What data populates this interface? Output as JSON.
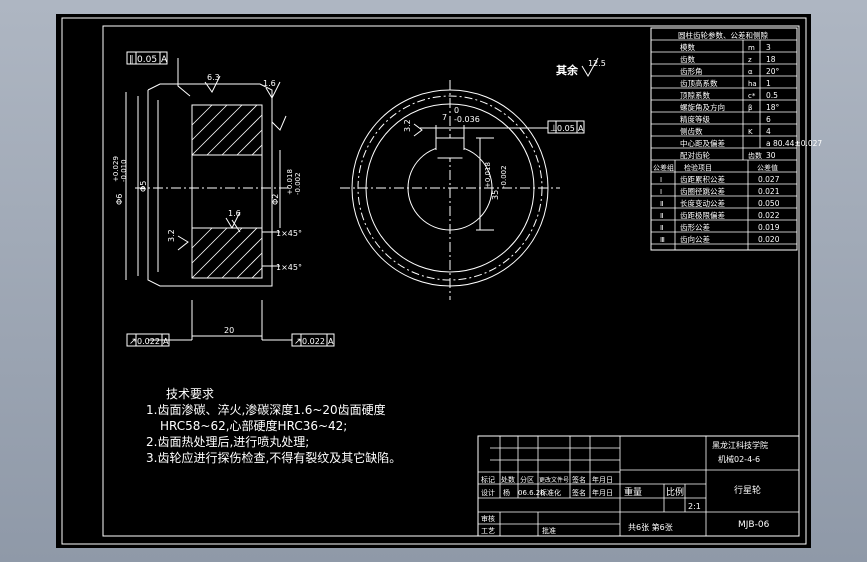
{
  "drawing": {
    "surface_mark": "其余",
    "roughness_main": "12.5",
    "roughness_6_3": "6.3",
    "roughness_1_6_a": "1.6",
    "roughness_1_6_b": "1.6",
    "roughness_3_2_a": "3.2",
    "roughness_3_2_b": "3.2",
    "tol_parallel": "0.05",
    "tol_runout_left": "0.022",
    "tol_runout_right": "0.022",
    "tol_perp": "0.05",
    "datum_a": "A",
    "chamfer_1": "1×45°",
    "chamfer_2": "1×45°",
    "dim_width": "20",
    "dim_tip": "Φ6",
    "dim_tip_tol_up": "+0.029",
    "dim_tip_tol_dn": "-0.010",
    "dim_root": "Φ5",
    "dim_bore": "Φ2",
    "dim_bore_tol_up": "+0.018",
    "dim_bore_tol_dn": "-0.002",
    "dim_key": "7",
    "dim_key_tol_up": "0",
    "dim_key_tol_dn": "-0.036",
    "dim_keydepth": "35",
    "dim_keydepth_tol_up": "+0.018",
    "dim_keydepth_tol_dn": "-0.002"
  },
  "params": {
    "title": "圆柱齿轮参数、公差和侧隙",
    "rows": [
      {
        "name": "模数",
        "sym": "m",
        "val": "3"
      },
      {
        "name": "齿数",
        "sym": "z",
        "val": "18"
      },
      {
        "name": "齿形角",
        "sym": "α",
        "val": "20°"
      },
      {
        "name": "齿顶高系数",
        "sym": "ha",
        "val": "1"
      },
      {
        "name": "顶隙系数",
        "sym": "c*",
        "val": "0.5"
      },
      {
        "name": "螺旋角及方向",
        "sym": "β",
        "val": "18°"
      },
      {
        "name": "精度等级",
        "sym": "",
        "val": "6"
      },
      {
        "name": "侧齿数",
        "sym": "K",
        "val": "4"
      },
      {
        "name": "中心距及偏差",
        "sym": "",
        "val": "a 80.44±0.027"
      },
      {
        "name": "配对齿轮",
        "sym": "齿数",
        "val": "30"
      }
    ],
    "tol_header": {
      "group": "公差组",
      "item": "检验项目",
      "value": "公差值"
    },
    "tol_rows": [
      {
        "group": "Ⅰ",
        "name": "齿距累积公差",
        "val": "0.027"
      },
      {
        "group": "Ⅰ",
        "name": "齿圈径跳公差",
        "val": "0.021"
      },
      {
        "group": "Ⅱ",
        "name": "长度变动公差",
        "val": "0.050"
      },
      {
        "group": "Ⅱ",
        "name": "齿距极限偏差",
        "val": "0.022"
      },
      {
        "group": "Ⅱ",
        "name": "齿形公差",
        "val": "0.019"
      },
      {
        "group": "Ⅲ",
        "name": "齿向公差",
        "val": "0.020"
      }
    ]
  },
  "notes": {
    "title": "技术要求",
    "line1": "1.齿面渗碳、淬火,渗碳深度1.6~20齿面硬度",
    "line2": "HRC58~62,心部硬度HRC36~42;",
    "line3": "2.齿面热处理后,进行喷丸处理;",
    "line4": "3.齿轮应进行探伤检查,不得有裂纹及其它缺陷。"
  },
  "titleblock": {
    "school": "黑龙江科技学院",
    "class": "机械02-4-6",
    "part_name": "行星轮",
    "drawing_no": "MJB-06",
    "scale_label": "比例",
    "weight_label": "重量",
    "scale": "2:1",
    "mark": "标记",
    "count": "处数",
    "zone": "分区",
    "change_doc": "更改文件号",
    "signature": "签名",
    "date_label": "年月日",
    "designer": "设计",
    "designer_name": "杨",
    "date": "06.6.20",
    "std": "标准化",
    "sig2": "签名",
    "date2": "年月日",
    "review": "审核",
    "process": "工艺",
    "approve": "批准",
    "sheets": "共6张 第6张"
  }
}
